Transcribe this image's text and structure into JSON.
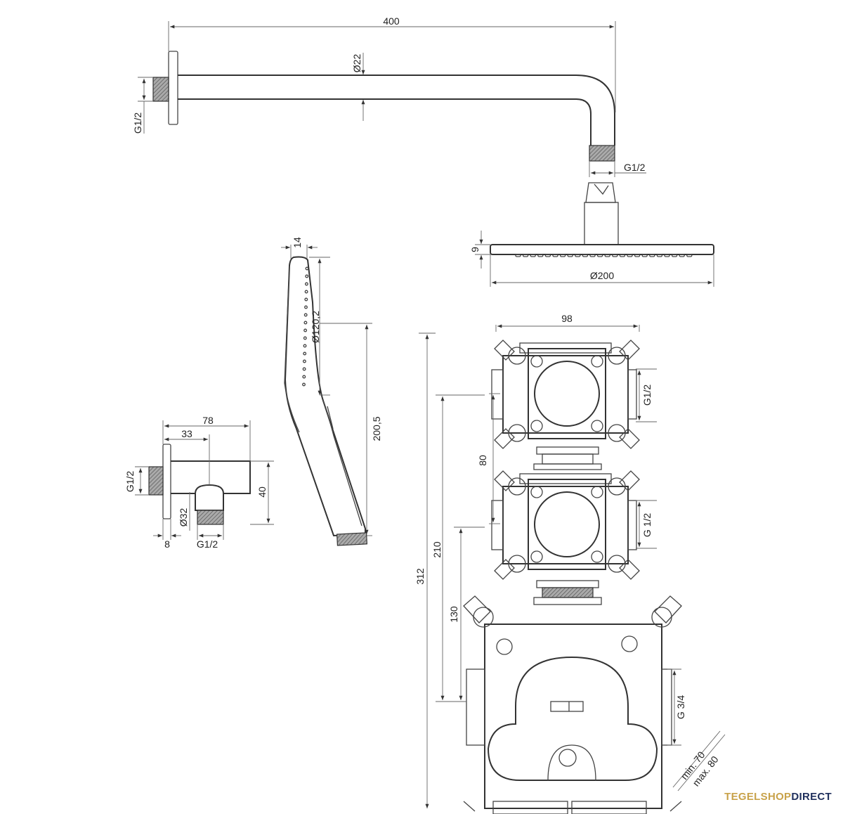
{
  "dimensions": {
    "arm_length": "400",
    "arm_diameter": "Ø22",
    "wall_thread": "G1/2",
    "arm_outlet_thread": "G1/2",
    "head_height": "9",
    "head_diameter": "Ø200",
    "hand_width": "14",
    "hand_face_diameter": "Ø120,2",
    "hand_length": "200,5",
    "elbow_depth": "78",
    "elbow_axis": "33",
    "elbow_thread": "G1/2",
    "elbow_height": "40",
    "elbow_diameter": "Ø32",
    "elbow_plate": "8",
    "elbow_outlet_thread": "G1/2",
    "box_width": "98",
    "box1_thread": "G1/2",
    "box_spacing": "80",
    "box2_thread": "G 1/2",
    "total_height": "312",
    "height_210": "210",
    "height_130": "130",
    "main_thread": "G 3/4",
    "depth_min": "min. 70",
    "depth_max": "max. 80"
  },
  "brand": {
    "part1": "TEGELSHOP",
    "part2": "DIRECT",
    "color1": "#c8a24a",
    "color2": "#1f2f5c"
  }
}
